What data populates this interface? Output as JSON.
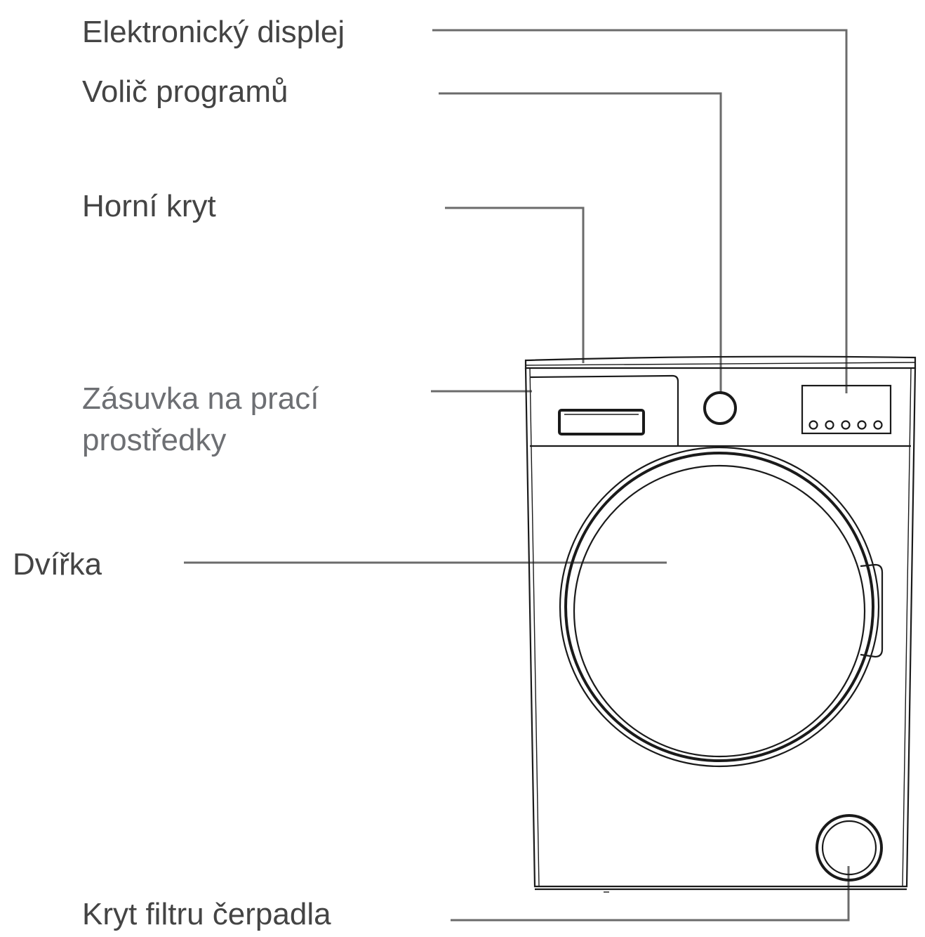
{
  "labels": {
    "display": "Elektronický displej",
    "program_selector": "Volič programů",
    "top_cover": "Horní kryt",
    "detergent_drawer_line1": "Zásuvka na prací",
    "detergent_drawer_line2": "prostředky",
    "door": "Dvířka",
    "pump_filter_cover": "Kryt filtru čerpadla"
  },
  "colors": {
    "label_text": "#444444",
    "label_text_light": "#6d6f73",
    "leader_line": "#6b6b6b",
    "drawing_outline": "#1a1a1a",
    "background": "#ffffff"
  }
}
